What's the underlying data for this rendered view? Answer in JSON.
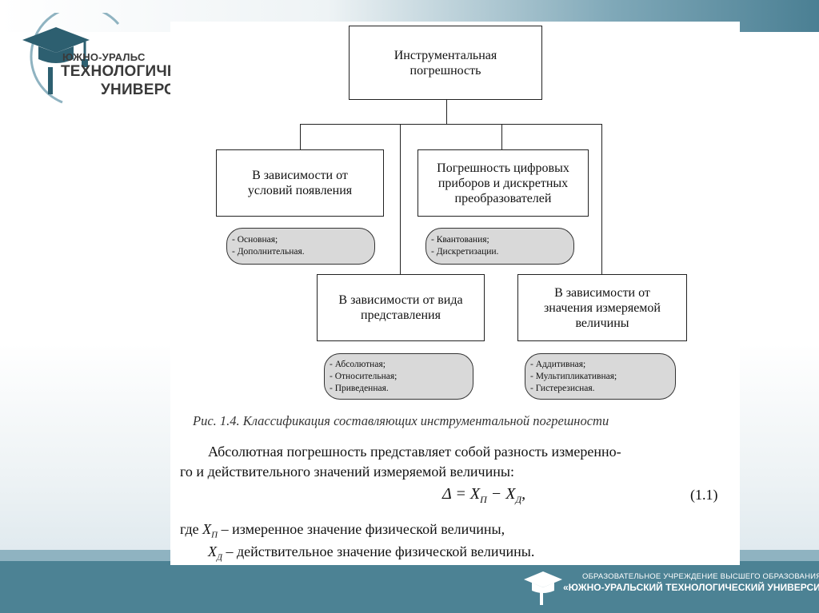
{
  "logo": {
    "line1": "ЮЖНО-УРАЛЬС",
    "line2": "ТЕХНОЛОГИЧЕСК",
    "line3": "УНИВЕРСИ"
  },
  "diagram": {
    "root": [
      "Инструментальная",
      "погрешность"
    ],
    "nodes": [
      {
        "lines": [
          "В зависимости от",
          "условий появления"
        ],
        "items": [
          "- Основная;",
          "- Дополнительная."
        ]
      },
      {
        "lines": [
          "Погрешность цифровых",
          "приборов и дискретных",
          "преобразователей"
        ],
        "items": [
          "- Квантования;",
          "- Дискретизации."
        ]
      },
      {
        "lines": [
          "В зависимости от вида",
          "представления"
        ],
        "items": [
          "- Абсолютная;",
          "- Относительная;",
          "- Приведенная."
        ]
      },
      {
        "lines": [
          "В зависимости от",
          "значения измеряемой",
          "величины"
        ],
        "items": [
          "- Аддитивная;",
          "- Мультипликативная;",
          "- Гистерезисная."
        ]
      }
    ]
  },
  "caption": "Рис. 1.4. Классификация составляющих инструментальной погрешности",
  "text": {
    "para_line1": "Абсолютная погрешность представляет собой разность измеренно-",
    "para_line2": "го и действительного значений измеряемой величины:",
    "formula_lhs": "Δ = X",
    "formula_sub1": "П",
    "formula_mid": " − X",
    "formula_sub2": "Д",
    "formula_end": ",",
    "eq_number": "(1.1)",
    "where1_prefix": "где",
    "where1_sym": "X",
    "where1_sub": "П",
    "where1_text": " – измеренное значение физической величины,",
    "where2_sym": "X",
    "where2_sub": "Д",
    "where2_text": " – действительное значение физической величины."
  },
  "footer": {
    "line1": "ОБРАЗОВАТЕЛЬНОЕ УЧРЕЖДЕНИЕ ВЫСШЕГО ОБРАЗОВАНИЯ",
    "line2": "«ЮЖНО-УРАЛЬСКИЙ ТЕХНОЛОГИЧЕСКИЙ УНИВЕРСИТЕТ»"
  },
  "colors": {
    "accent": "#4c8294",
    "pill_fill": "#d9d9d9"
  }
}
